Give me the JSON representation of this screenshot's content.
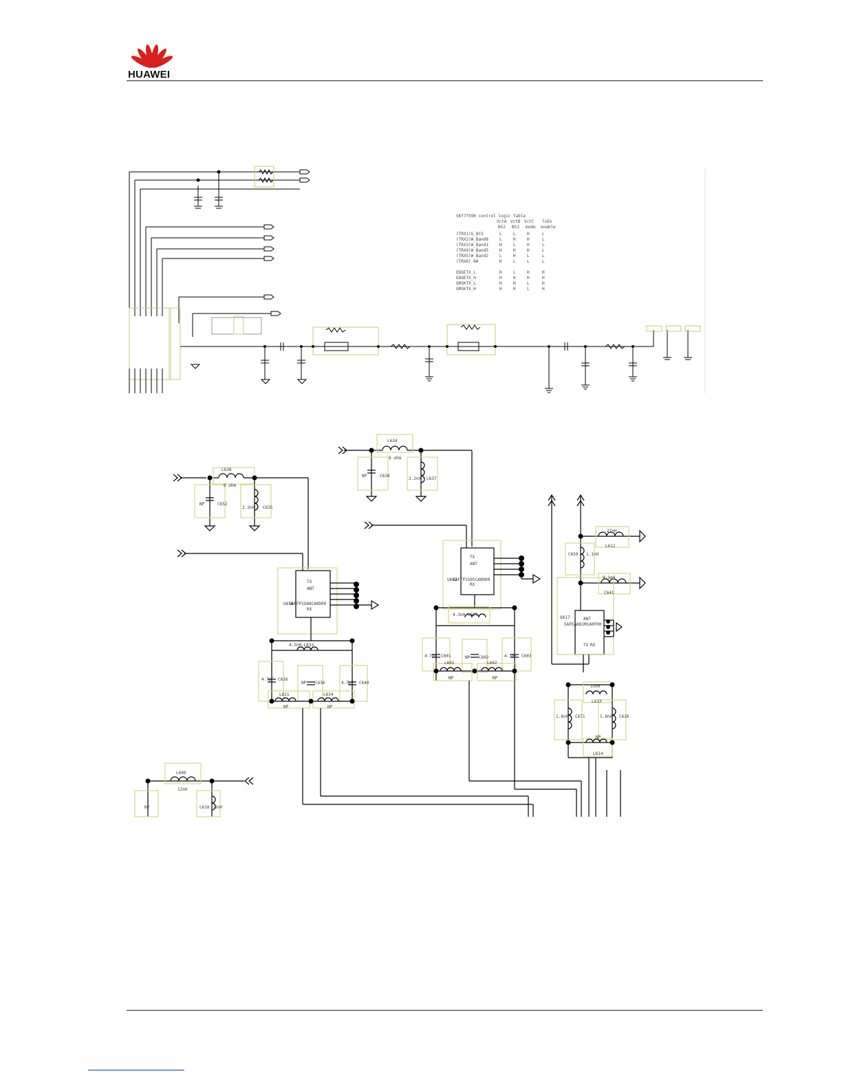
{
  "header": {
    "brand": "HUAWEI",
    "brand_color": "#d8201e",
    "logo_icon": "huawei-flower-logo"
  },
  "upper_schematic": {
    "logic_table": {
      "title": "SKY77590 control logic table",
      "columns": [
        "VctA",
        "VctB",
        "VctC",
        "TxEn"
      ],
      "column_sub": [
        "BS2",
        "BS1",
        "mode",
        "enable"
      ],
      "rows": [
        {
          "label": "(TRX1)G_DCS",
          "values": [
            "L",
            "L",
            "H",
            "L"
          ]
        },
        {
          "label": "(TRX2)W_Band8",
          "values": [
            "L",
            "H",
            "H",
            "L"
          ]
        },
        {
          "label": "(TRX3)W_Band1",
          "values": [
            "H",
            "L",
            "H",
            "L"
          ]
        },
        {
          "label": "(TRX4)W_Band5",
          "values": [
            "H",
            "H",
            "H",
            "L"
          ]
        },
        {
          "label": "(TRX5)W_Band2",
          "values": [
            "L",
            "H",
            "L",
            "L"
          ]
        },
        {
          "label": "(TRX6) NA",
          "values": [
            "H",
            "L",
            "L",
            "L"
          ]
        },
        {
          "label": "EDGETX_L",
          "values": [
            "H",
            "L",
            "H",
            "H"
          ]
        },
        {
          "label": "EDGETX_H",
          "values": [
            "H",
            "H",
            "H",
            "H"
          ]
        },
        {
          "label": "GMSKTX_L",
          "values": [
            "H",
            "H",
            "L",
            "H"
          ]
        },
        {
          "label": "GMSKTX_H",
          "values": [
            "H",
            "H",
            "L",
            "H"
          ]
        }
      ]
    }
  },
  "lower_schematic": {
    "labels": {
      "l638": "L638",
      "l638_val": "0 ohm",
      "c652_np": "NP",
      "c652": "C652",
      "l_2_2nh": "2.2nH",
      "c635": "C635",
      "l634": "L634",
      "l634_val": "0 ohm",
      "c638_np": "NP",
      "c638": "C638",
      "l637_val": "2.2nH",
      "l637": "L637",
      "u616_tx": "TX",
      "u616_ant": "ANT",
      "u616_rx": "RX",
      "u616_name": "U616",
      "u616_part": "SAFFP1G88CA0D00",
      "l633_label": "4.3nH-L633",
      "c616_val": "4.7pF",
      "c616": "C616",
      "c636_np": "NP",
      "c636": "C636",
      "c640_val": "4.7pF",
      "c640": "C640",
      "l621": "L621",
      "l634b": "L634",
      "np_a": "NP",
      "np_b": "NP",
      "u602_tx": "TX",
      "u602_ant": "ANT",
      "u602_rx": "RX",
      "u602_name": "U602",
      "u602_part": "SAFFP1G95CA0D00",
      "l633b_label": "4.3nH-L633",
      "c601_val": "4.7pF",
      "c601": "C601",
      "c602_np": "NP",
      "c602": "C602",
      "c603_val": "4.7pF",
      "c603": "C603",
      "l601": "L601",
      "l602": "L602",
      "np_c": "NP",
      "np_d": "NP",
      "l612_val": "27nH",
      "l612": "L612",
      "c659": "C659",
      "c659_val": "1.1nH",
      "c641_val": "9.1nH",
      "c641": "C641",
      "u617_ant": "ANT",
      "u617_tx": "TX",
      "u617_rx": "RX",
      "u617_name": "U617",
      "u617_part": "SAFEA881MCA0F00",
      "l613_val": "33nH",
      "l613": "L613",
      "c671_val": "1.8nH",
      "c671": "C671",
      "c626_val": "1.8nH",
      "c626": "C626",
      "np_e": "NP",
      "l614": "L614",
      "l600": "L600",
      "l600_val": "12nH",
      "l_np": "NP",
      "l618": "L618",
      "l618_val": "3nH"
    }
  }
}
